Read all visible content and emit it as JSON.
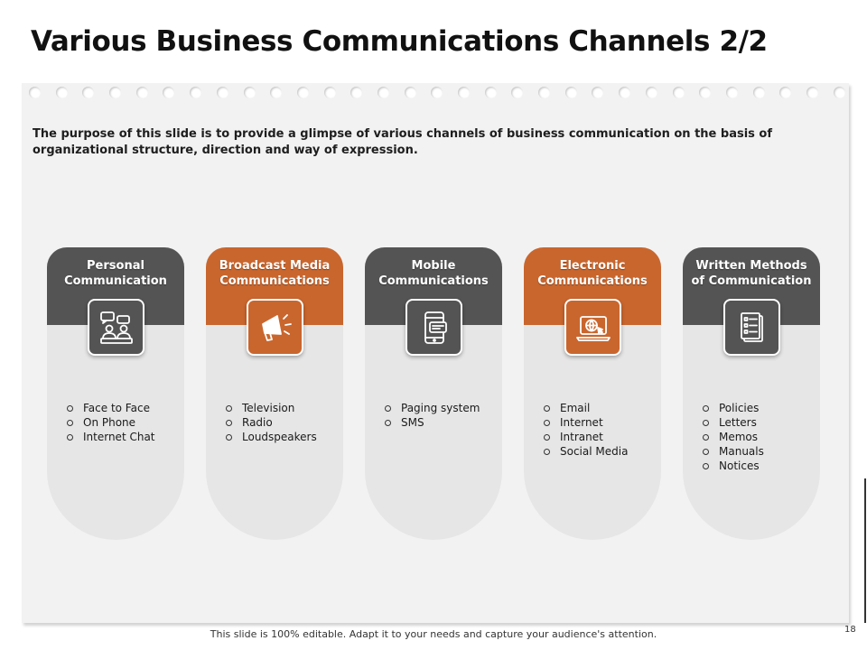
{
  "slide": {
    "title": "Various Business Communications Channels 2/2",
    "description": "The purpose of this slide is to provide a glimpse of various channels of business communication on the basis of organizational structure, direction and way of expression.",
    "footer": "This slide is 100% editable. Adapt it to your needs and capture your audience's attention.",
    "page_number": "18"
  },
  "colors": {
    "dark": "#545454",
    "orange": "#c9662e",
    "panel": "#f2f2f2",
    "card_body": "#e6e6e6"
  },
  "cards": [
    {
      "title": "Personal Communication",
      "style": "dark",
      "icon": "meeting-people-icon",
      "items": [
        "Face to Face",
        "On Phone",
        "Internet Chat"
      ]
    },
    {
      "title": "Broadcast Media Communications",
      "style": "orange",
      "icon": "megaphone-icon",
      "items": [
        "Television",
        "Radio",
        "Loudspeakers"
      ]
    },
    {
      "title": "Mobile Communications",
      "style": "dark",
      "icon": "mobile-chat-icon",
      "items": [
        "Paging system",
        "SMS"
      ]
    },
    {
      "title": "Electronic Communications",
      "style": "orange",
      "icon": "laptop-globe-icon",
      "items": [
        "Email",
        "Internet",
        "Intranet",
        "Social Media"
      ]
    },
    {
      "title": "Written Methods of Communication",
      "style": "dark",
      "icon": "document-list-icon",
      "items": [
        "Policies",
        "Letters",
        "Memos",
        "Manuals",
        "Notices"
      ]
    }
  ]
}
